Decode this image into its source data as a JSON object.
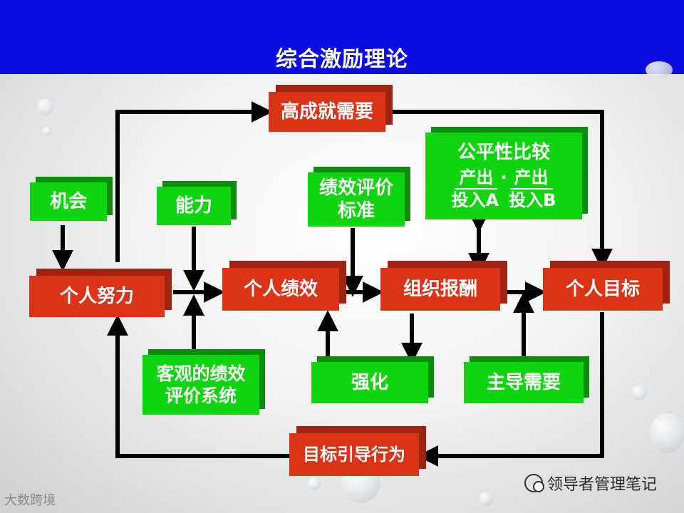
{
  "title": "综合激励理论",
  "nodes": {
    "high_achievement": "高成就需要",
    "opportunity": "机会",
    "ability": "能力",
    "perf_standard_1": "绩效评价",
    "perf_standard_2": "标准",
    "fairness": {
      "title": "公平性比较",
      "out_a": "产出",
      "out_b": "产出",
      "sep": "·",
      "in_a": "投入A",
      "in_b": "投入B"
    },
    "individual_effort": "个人努力",
    "individual_performance": "个人绩效",
    "org_reward": "组织报酬",
    "individual_goal": "个人目标",
    "objective_eval_1": "客观的绩效",
    "objective_eval_2": "评价系统",
    "reinforcement": "强化",
    "dominant_needs": "主导需要",
    "goal_directed_behavior": "目标引导行为"
  },
  "colors": {
    "title_bar": "#0c0ce0",
    "green_box": "#0fd40f",
    "red_box": "#d93318",
    "arrow": "#000000"
  },
  "watermarks": {
    "left": "大数跨境",
    "right": "领导者管理笔记"
  }
}
